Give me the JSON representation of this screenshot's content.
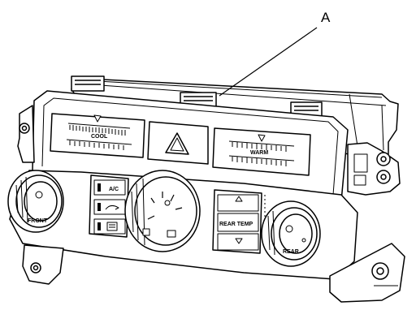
{
  "callout": {
    "label": "A"
  },
  "vents": {
    "left_text": "COOL",
    "right_text": "WARM"
  },
  "knobs": {
    "front_label": "FRONT",
    "rear_label": "REAR"
  },
  "buttons": {
    "ac_label": "A/C",
    "rear_temp_label": "REAR TEMP"
  }
}
